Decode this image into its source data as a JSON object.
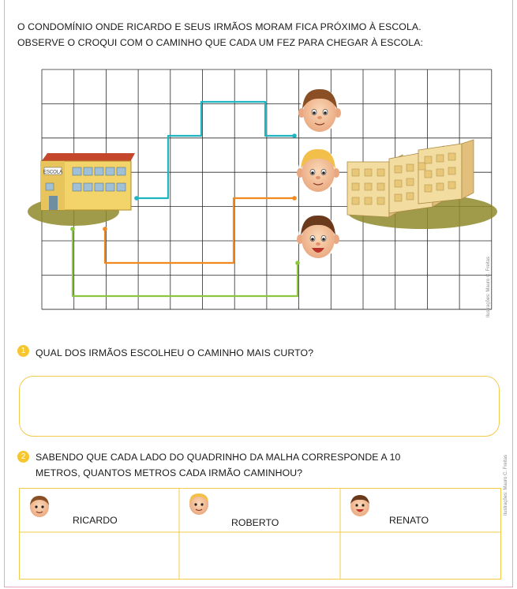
{
  "intro": {
    "line1": "O CONDOMÍNIO ONDE RICARDO E SEUS IRMÃOS MORAM FICA PRÓXIMO À ESCOLA.",
    "line2": "OBSERVE O CROQUI COM O CAMINHO QUE CADA UM FEZ PARA CHEGAR À ESCOLA:"
  },
  "map": {
    "school_sign": "ESCOLA",
    "credit": "Ilustrações: Mauro C. Freitas",
    "route_colors": {
      "ricardo": "#1fb5c0",
      "roberto": "#ee8a1f",
      "renato": "#8cc63f"
    }
  },
  "questions": [
    {
      "number": "1",
      "text": "QUAL DOS IRMÃOS ESCOLHEU O CAMINHO MAIS CURTO?"
    },
    {
      "number": "2",
      "line1": "SABENDO QUE CADA LADO DO QUADRINHO DA MALHA CORRESPONDE A 10",
      "line2": "METROS, QUANTOS METROS CADA IRMÃO CAMINHOU?"
    }
  ],
  "table": {
    "names": [
      "RICARDO",
      "ROBERTO",
      "RENATO"
    ],
    "credit": "Ilustrações: Mauro C. Freitas"
  },
  "colors": {
    "accent_yellow": "#f3cb4b",
    "page_border": "#e7a9c2"
  }
}
